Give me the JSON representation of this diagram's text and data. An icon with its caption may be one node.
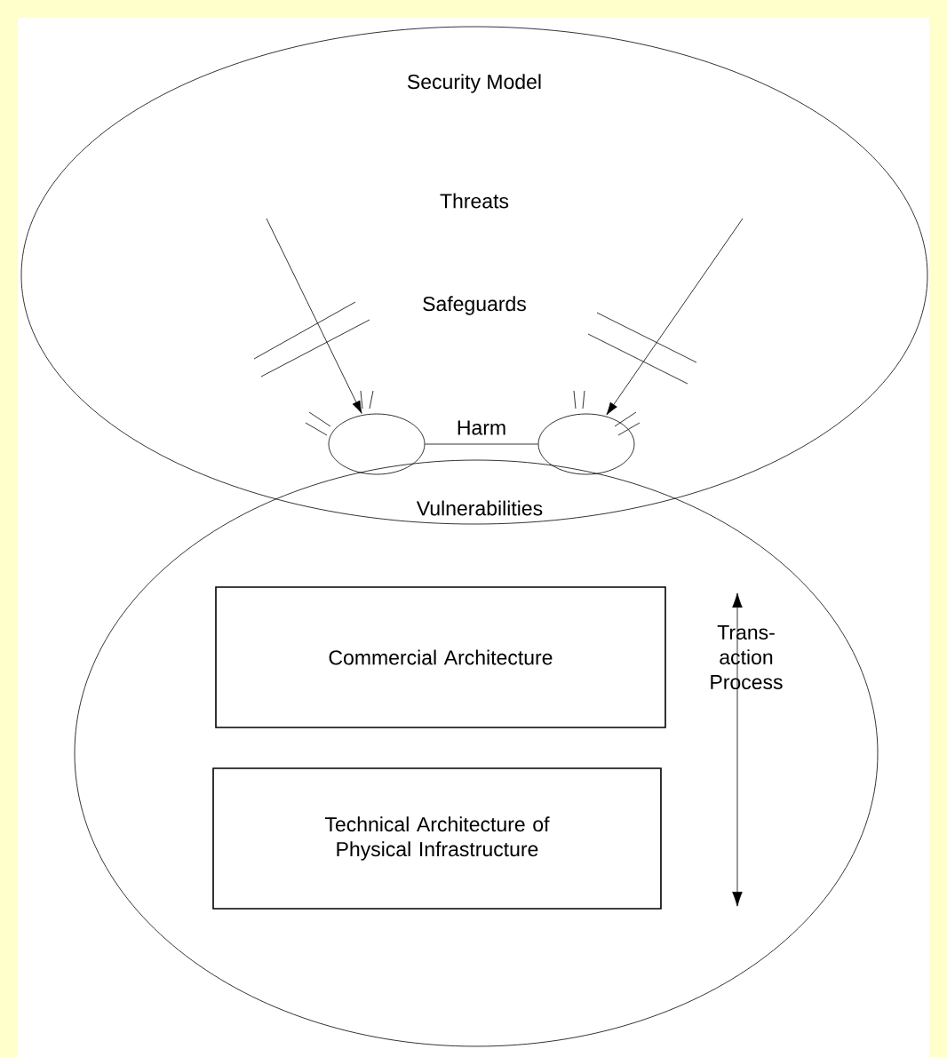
{
  "diagram": {
    "nodes": [
      {
        "text": [
          "Security Model"
        ]
      },
      {
        "text": [],
        "shape": "ellipse"
      },
      {
        "text": [
          "Commercial Architecture"
        ],
        "in": 1
      },
      {
        "text": [
          "Technical Architecture of Physical Infrastructure"
        ],
        "in": 1
      },
      {
        "text": [],
        "shape": "ellipse",
        "in": 0
      },
      {
        "text": [],
        "shape": "ellipse",
        "in": 0
      }
    ],
    "edges": [
      {
        "from": null,
        "to": 4,
        "arrow": "to"
      },
      {
        "from": null,
        "to": 5,
        "arrow": "to"
      },
      {
        "from": 4,
        "to": 5,
        "arrow": "none",
        "label": "Harm"
      }
    ],
    "labels": [
      "Threats",
      "Safeguards",
      "Vulnerabilities",
      "Trans- action Process"
    ]
  }
}
